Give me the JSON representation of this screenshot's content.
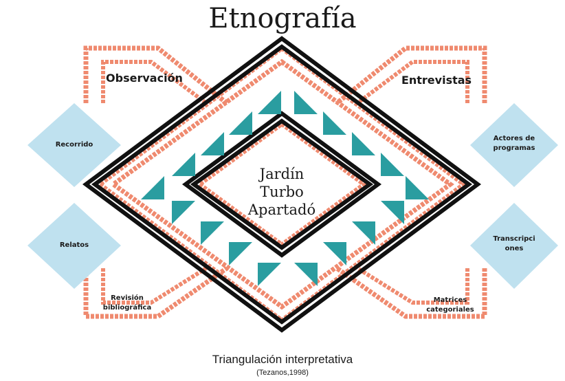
{
  "title": "Etnografía",
  "center": {
    "line1": "Jardín",
    "line2": "Turbo",
    "line3": "Apartadó"
  },
  "corners": {
    "top_left": "Observación",
    "top_right": "Entrevistas",
    "bottom_left_1": "Revisión",
    "bottom_left_2": "bibliográfica",
    "bottom_right_1": "Matrices",
    "bottom_right_2": "categoriales"
  },
  "side_boxes": {
    "left_top": "Recorrido",
    "left_bottom": "Relatos",
    "right_top_1": "Actores de",
    "right_top_2": "programas",
    "right_bottom_1": "Transcripci",
    "right_bottom_2": "ones"
  },
  "footer": {
    "main": "Triangulación interpretativa",
    "citation": "(Tezanos,1998)"
  },
  "colors": {
    "salmon": "#ef8a6f",
    "black": "#111111",
    "teal": "#2a9da0",
    "light_blue": "#bfe1ef"
  }
}
